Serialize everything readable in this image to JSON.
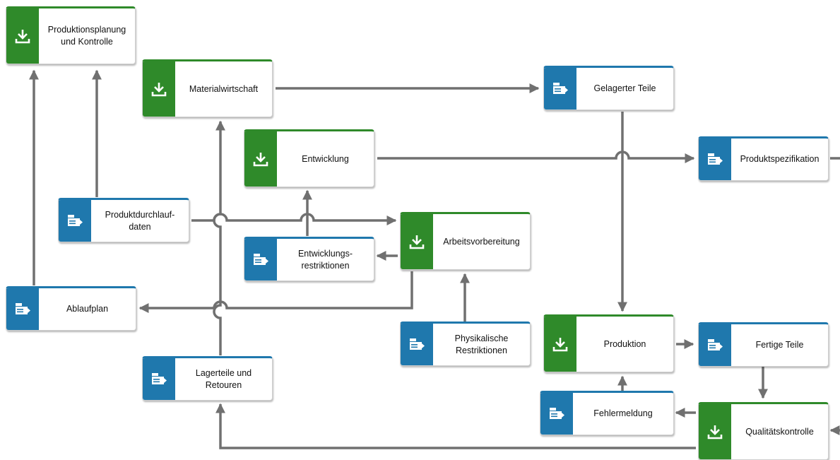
{
  "nodes": {
    "produktionsplanung": "Produktionsplanung\nund Kontrolle",
    "materialwirtschaft": "Materialwirtschaft",
    "gelagerter_teile": "Gelagerter Teile",
    "entwicklung": "Entwicklung",
    "produktspezifikation": "Produktspezifikation",
    "produktdurchlauf": "Produktdurchlauf-\ndaten",
    "arbeitsvorbereitung": "Arbeitsvorbereitung",
    "entwicklungsrestriktionen": "Entwicklungs-\nrestriktionen",
    "ablaufplan": "Ablaufplan",
    "physikalische": "Physikalische\nRestriktionen",
    "produktion": "Produktion",
    "fertige_teile": "Fertige Teile",
    "lagerteile": "Lagerteile und\nRetouren",
    "fehlermeldung": "Fehlermeldung",
    "qualitaetskontrolle": "Qualitätskontrolle"
  },
  "legend": {
    "process_icon": "download-arrow-icon",
    "information_icon": "information-object-icon",
    "process_color": "#2f8a2a",
    "information_color": "#1f78ad",
    "connector_color": "#707070"
  }
}
